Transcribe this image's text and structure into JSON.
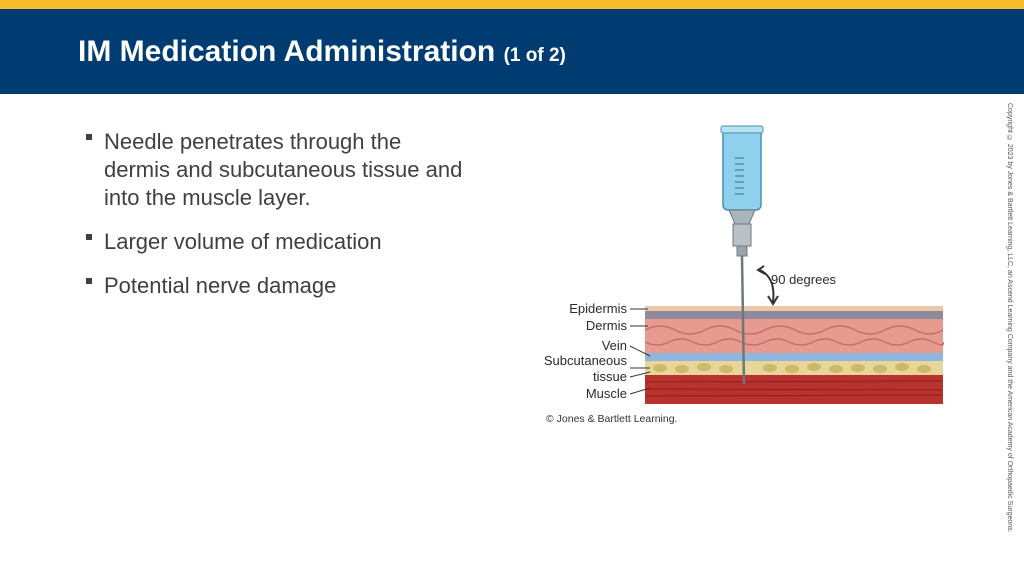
{
  "slide": {
    "title": "IM Medication Administration",
    "title_suffix": "(1 of 2)",
    "bullets": [
      "Needle penetrates through the dermis and subcutaneous tissue and into the muscle layer.",
      "Larger volume of medication",
      "Potential nerve damage"
    ],
    "image_caption": "© Jones & Bartlett Learning.",
    "side_copyright": "Copyright © 2023 by Jones & Bartlett Learning, LLC, an Ascend Learning Company and the American Academy of Orthopaedic Surgeons."
  },
  "figure": {
    "angle_label": "90 degrees",
    "layer_labels": {
      "epidermis": "Epidermis",
      "dermis": "Dermis",
      "vein": "Vein",
      "subcutaneous_line1": "Subcutaneous",
      "subcutaneous_line2": "tissue",
      "muscle": "Muscle"
    }
  },
  "colors": {
    "header": "#003b71",
    "accent_stripe": "#f5be2a",
    "body_text": "#404040"
  }
}
